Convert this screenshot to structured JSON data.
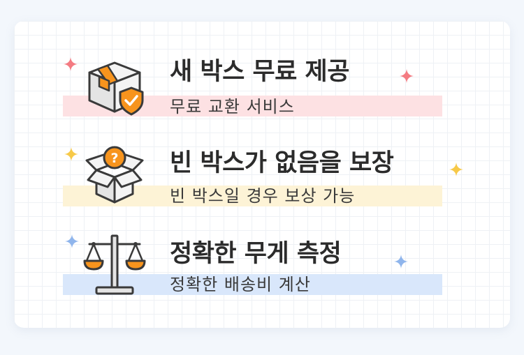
{
  "features": [
    {
      "title": "새 박스 무료 제공",
      "subtitle": "무료 교환 서비스",
      "icon": "box-shield-icon",
      "band_color": "#fde1e3",
      "sparkle_color": "#f47b82"
    },
    {
      "title": "빈 박스가 없음을 보장",
      "subtitle": "빈 박스일 경우 보상 가능",
      "icon": "open-box-question-icon",
      "band_color": "#fdf3d6",
      "sparkle_color": "#f7c948"
    },
    {
      "title": "정확한 무게 측정",
      "subtitle": "정확한 배송비 계산",
      "icon": "balance-scale-icon",
      "band_color": "#d9e7fb",
      "sparkle_color": "#8fb5ec"
    }
  ],
  "colors": {
    "orange_accent": "#f7941d",
    "outline": "#3a3a3a",
    "text": "#2b2b2b"
  }
}
